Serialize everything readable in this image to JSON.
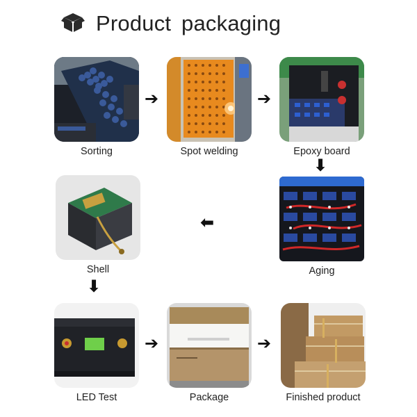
{
  "header": {
    "title": "Product  packaging",
    "icon": "open-box-icon"
  },
  "steps": [
    {
      "label": "Sorting"
    },
    {
      "label": "Spot welding"
    },
    {
      "label": "Epoxy board"
    },
    {
      "label": "Aging"
    },
    {
      "label": "Shell"
    },
    {
      "label": "LED Test"
    },
    {
      "label": "Package"
    },
    {
      "label": "Finished product"
    }
  ],
  "arrows": {
    "right": "➔",
    "left": "⬅",
    "down": "⬇"
  }
}
